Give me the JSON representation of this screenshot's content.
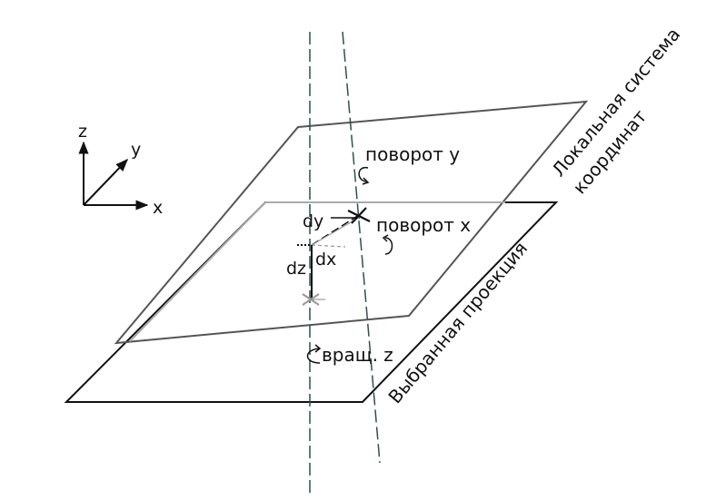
{
  "axes": {
    "z": "z",
    "y": "y",
    "x": "x"
  },
  "labels": {
    "local_system_line1": "Локальная система",
    "local_system_line2": "координат",
    "selected_projection": "Выбранная проекция",
    "rotation_y": "поворот y",
    "rotation_x": "поворот x",
    "rotation_z": "вращ. z",
    "offset_dy": "dy",
    "offset_dx": "dx",
    "offset_dz": "dz"
  },
  "colors": {
    "ink": "#111111",
    "upper_plane": "#555555",
    "hidden_edge": "#aaaaaa",
    "dashed_axis": "#2f4f4f",
    "marker_gray": "#999999"
  }
}
